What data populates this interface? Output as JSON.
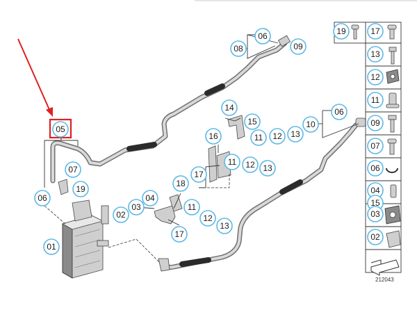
{
  "diagram": {
    "id": "212043",
    "highlight_color": "#e02020",
    "callout_color": "#5bb8e6",
    "callouts": {
      "c06a": "06",
      "c08": "08",
      "c09a": "09",
      "c05": "05",
      "c07a": "07",
      "c06b": "06",
      "c19a": "19",
      "c14": "14",
      "c15a": "15",
      "c11a": "11",
      "c12a": "12",
      "c13a": "13",
      "c10": "10",
      "c06c": "06",
      "c16": "16",
      "c11b": "11",
      "c12b": "12",
      "c13b": "13",
      "c17a": "17",
      "c18": "18",
      "c04a": "04",
      "c03a": "03",
      "c02a": "02",
      "c11c": "11",
      "c12c": "12",
      "c13c": "13",
      "c17b": "17",
      "c01": "01"
    },
    "legend": {
      "row1_left": "19",
      "row1_right": "17",
      "rows": [
        "13",
        "12",
        "11",
        "09",
        "07",
        "06",
        "04",
        "15",
        "03",
        "02"
      ]
    }
  }
}
